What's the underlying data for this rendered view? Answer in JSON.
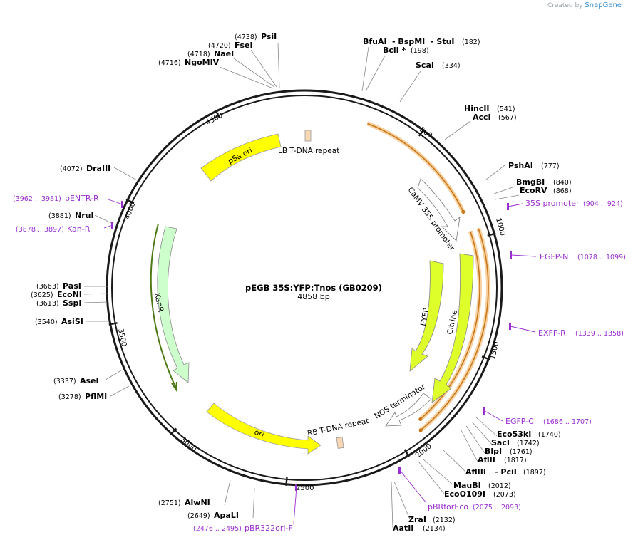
{
  "credit": {
    "prefix": "Created by",
    "brand": "SnapGene"
  },
  "plasmid": {
    "name": "pEGB 35S:YFP:Tnos (GB0209)",
    "size_label": "4858 bp",
    "length": 4858
  },
  "ticks": [
    "500",
    "1000",
    "1500",
    "2000",
    "2500",
    "3000",
    "3500",
    "4000",
    "4500"
  ],
  "tick_positions": [
    500,
    1000,
    1500,
    2000,
    2500,
    3000,
    3500,
    4000,
    4500
  ],
  "enzymes": [
    {
      "name": "PsiI",
      "pos": "(4738)"
    },
    {
      "name": "FseI",
      "pos": "(4720)"
    },
    {
      "name": "NaeI",
      "pos": "(4718)"
    },
    {
      "name": "NgoMIV",
      "pos": "(4716)"
    },
    {
      "name": "BfuAI",
      "pos": ""
    },
    {
      "name": "- BspMI",
      "pos": ""
    },
    {
      "name": "- StuI",
      "pos": "(182)"
    },
    {
      "name": "BclI *",
      "pos": "(198)"
    },
    {
      "name": "ScaI",
      "pos": "(334)"
    },
    {
      "name": "HincII",
      "pos": "(541)"
    },
    {
      "name": "AccI",
      "pos": "(567)"
    },
    {
      "name": "PshAI",
      "pos": "(777)"
    },
    {
      "name": "BmgBI",
      "pos": "(840)"
    },
    {
      "name": "EcoRV",
      "pos": "(868)"
    },
    {
      "name": "Eco53kI",
      "pos": "(1740)"
    },
    {
      "name": "SacI",
      "pos": "(1742)"
    },
    {
      "name": "BlpI",
      "pos": "(1761)"
    },
    {
      "name": "AflII",
      "pos": "(1817)"
    },
    {
      "name": "AflIII",
      "pos": ""
    },
    {
      "name": "- PciI",
      "pos": "(1897)"
    },
    {
      "name": "MauBI",
      "pos": "(2012)"
    },
    {
      "name": "EcoO109I",
      "pos": "(2073)"
    },
    {
      "name": "ZraI",
      "pos": "(2132)"
    },
    {
      "name": "AatII",
      "pos": "(2134)"
    },
    {
      "name": "ApaLI",
      "pos": "(2649)"
    },
    {
      "name": "AlwNI",
      "pos": "(2751)"
    },
    {
      "name": "PflMI",
      "pos": "(3278)"
    },
    {
      "name": "AseI",
      "pos": "(3337)"
    },
    {
      "name": "AsiSI",
      "pos": "(3540)"
    },
    {
      "name": "SspI",
      "pos": "(3613)"
    },
    {
      "name": "EcoNI",
      "pos": "(3625)"
    },
    {
      "name": "PasI",
      "pos": "(3663)"
    },
    {
      "name": "NruI",
      "pos": "(3881)"
    },
    {
      "name": "DraIII",
      "pos": "(4072)"
    }
  ],
  "primers": [
    {
      "name": "35S promoter",
      "range": "(904 .. 924)"
    },
    {
      "name": "EGFP-N",
      "range": "(1078 .. 1099)"
    },
    {
      "name": "EXFP-R",
      "range": "(1339 .. 1358)"
    },
    {
      "name": "EGFP-C",
      "range": "(1686 .. 1707)"
    },
    {
      "name": "pBRforEco",
      "range": "(2075 .. 2093)"
    },
    {
      "name": "pBR322ori-F",
      "range": "(2476 .. 2495)"
    },
    {
      "name": "Kan-R",
      "range": "(3878 .. 3897)"
    },
    {
      "name": "pENTR-R",
      "range": "(3962 .. 3981)"
    }
  ],
  "features": [
    {
      "name": "pSa ori",
      "color": "#ffff00"
    },
    {
      "name": "LB T-DNA repeat",
      "color": "#f8d8b4"
    },
    {
      "name": "CaMV 35S promoter",
      "color": "#ffffff"
    },
    {
      "name": "EYFP",
      "color": "#dfff2a"
    },
    {
      "name": "Citrine",
      "color": "#dfff2a"
    },
    {
      "name": "NOS terminator",
      "color": "#ffffff"
    },
    {
      "name": "RB T-DNA repeat",
      "color": "#f8d8b4"
    },
    {
      "name": "ori",
      "color": "#ffff00"
    },
    {
      "name": "KanR",
      "color": "#ccffcc"
    }
  ],
  "colors": {
    "primer": "#9a2fd0",
    "orf_highlight": "#f4c07e",
    "orf_arrow": "#c8771a",
    "backbone": "#1a1a1a"
  }
}
